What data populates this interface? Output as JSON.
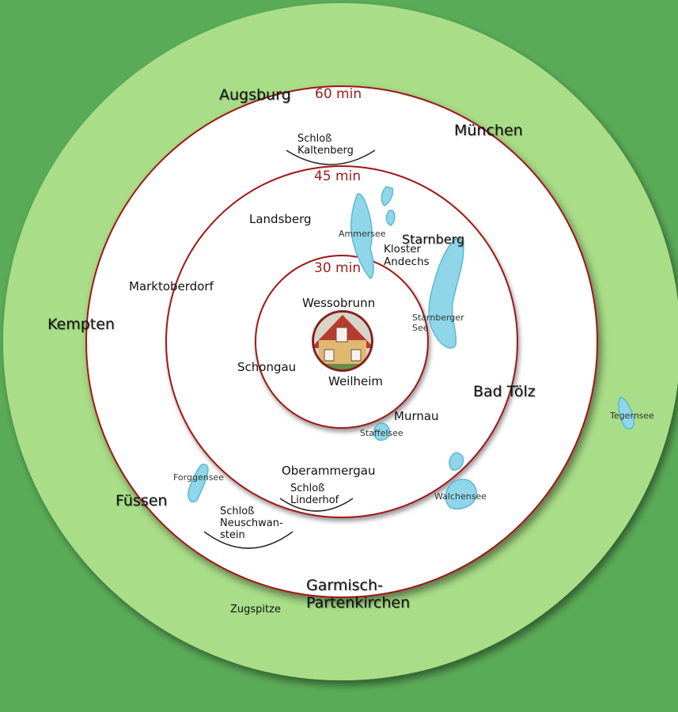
{
  "colors": {
    "background": "#5aab58",
    "outer_ring": "#a9dd87",
    "inner_area": "#ffffff",
    "ring_line": "#a01818",
    "lake_fill": "#8fd6e8",
    "lake_stroke": "#5bb8d2",
    "time_label": "#9b1c1c"
  },
  "time_rings": [
    {
      "label": "60 min",
      "minutes": 60
    },
    {
      "label": "45 min",
      "minutes": 45
    },
    {
      "label": "30 min",
      "minutes": 30
    }
  ],
  "major_cities": {
    "augsburg": "Augsburg",
    "muenchen": "München",
    "kempten": "Kempten",
    "bad_toelz": "Bad Tölz",
    "fuessen": "Füssen",
    "garmisch": [
      "Garmisch-",
      "Partenkirchen"
    ]
  },
  "towns": {
    "landsberg": "Landsberg",
    "marktoberdorf": "Marktoberdorf",
    "wessobrunn": "Wessobrunn",
    "schongau": "Schongau",
    "weilheim": "Weilheim",
    "murnau": "Murnau",
    "oberammergau": "Oberammergau",
    "starnberg": "Starnberg",
    "zugspitze": "Zugspitze"
  },
  "lakes": {
    "ammersee": "Ammersee",
    "starnberger_see": [
      "Starnberger",
      "See"
    ],
    "staffelsee": "Staffelsee",
    "forggensee": "Forggensee",
    "walchensee": "Walchensee",
    "tegernsee": "Tegernsee"
  },
  "points_of_interest": {
    "kloster_andechs": [
      "Kloster",
      "Andechs"
    ],
    "schloss_kaltenberg": [
      "Schloß",
      "Kaltenberg"
    ],
    "schloss_linderhof": [
      "Schloß",
      "Linderhof"
    ],
    "schloss_neuschwanstein": [
      "Schloß",
      "Neuschwan-",
      "stein"
    ]
  },
  "center_icon": "house-icon"
}
